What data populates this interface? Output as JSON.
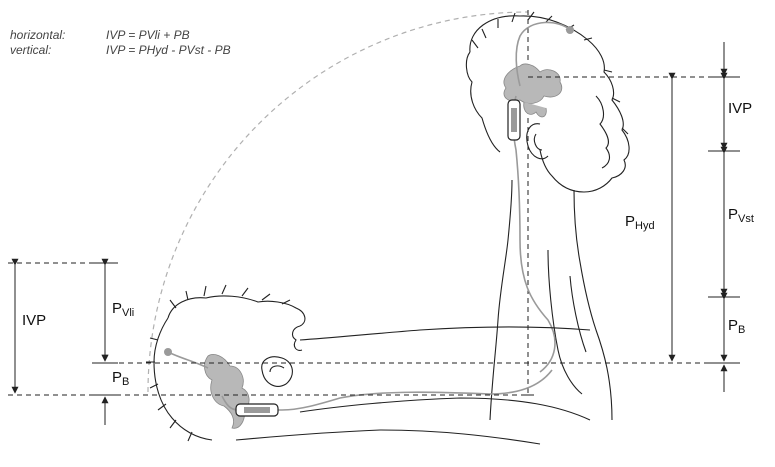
{
  "formulas": {
    "horizontal_key": "horizontal:",
    "horizontal_eq": "IVP = PVli + PB",
    "vertical_key": "vertical:",
    "vertical_eq": "IVP = PHyd - PVst - PB"
  },
  "labels": {
    "left_ivp": "IVP",
    "p_vli_main": "P",
    "p_vli_sub": "Vli",
    "p_b_left_main": "P",
    "p_b_left_sub": "B",
    "right_ivp": "IVP",
    "p_hyd_main": "P",
    "p_hyd_sub": "Hyd",
    "p_vst_main": "P",
    "p_vst_sub": "Vst",
    "p_b_right_main": "P",
    "p_b_right_sub": "B"
  },
  "colors": {
    "line": "#222222",
    "dashed": "#222222",
    "arc": "#b0b0b0",
    "ventricle_fill": "#b8b8b8",
    "tube": "#9a9a9a"
  }
}
